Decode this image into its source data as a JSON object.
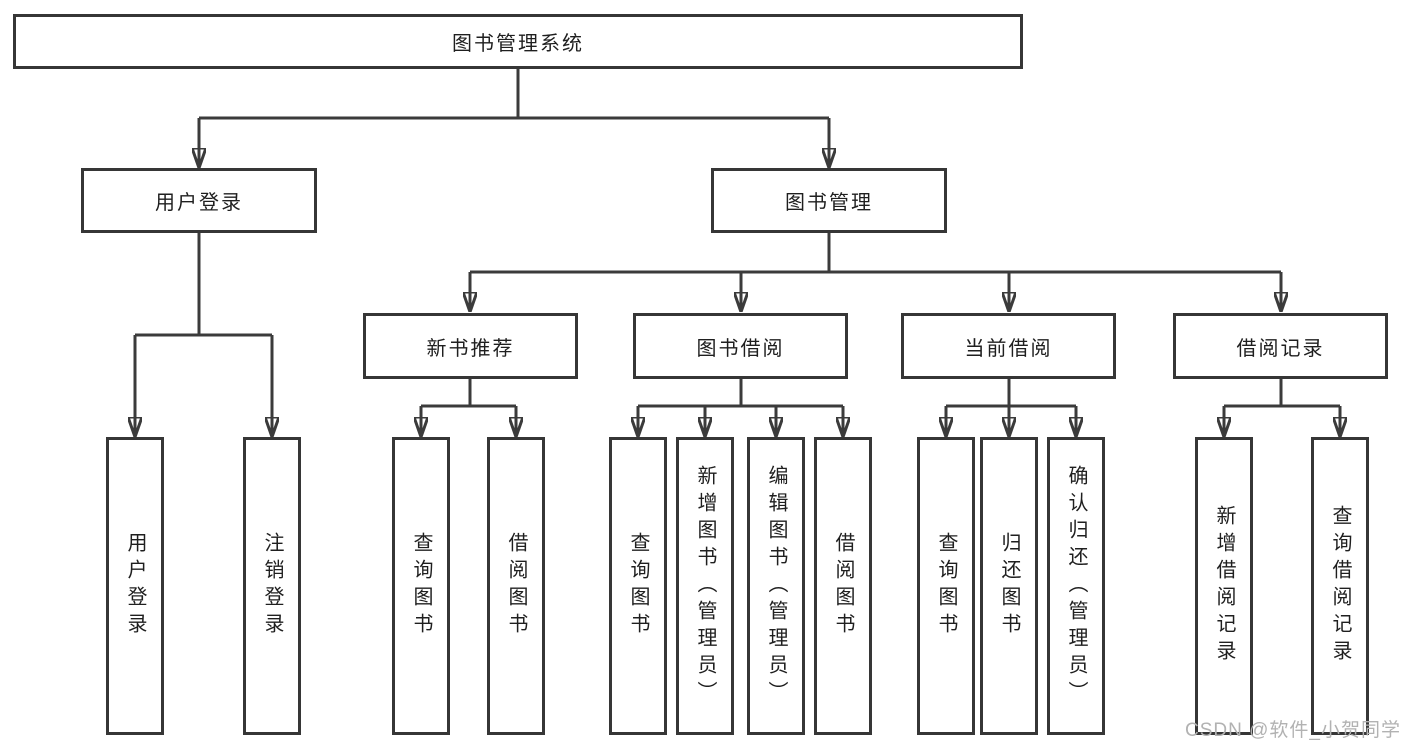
{
  "diagram": {
    "title": "图书管理系统",
    "level2": [
      "用户登录",
      "图书管理"
    ],
    "level3": [
      "新书推荐",
      "图书借阅",
      "当前借阅",
      "借阅记录"
    ],
    "leaves": {
      "user_login": [
        "用户登录",
        "注销登录"
      ],
      "new_books": [
        "查询图书",
        "借阅图书"
      ],
      "book_borrow": [
        "查询图书",
        "新增图书（管理员）",
        "编辑图书（管理员）",
        "借阅图书"
      ],
      "current_borrow": [
        "查询图书",
        "归还图书",
        "确认归还（管理员）"
      ],
      "borrow_records": [
        "新增借阅记录",
        "查询借阅记录"
      ]
    }
  },
  "watermark": {
    "text": "CSDN @软件_小贺同学",
    "color": "#b2b2b2"
  },
  "colors": {
    "background": "#ffffff",
    "box_border": "#363636",
    "line": "#3b3b3b",
    "text": "#1f1f1f"
  }
}
